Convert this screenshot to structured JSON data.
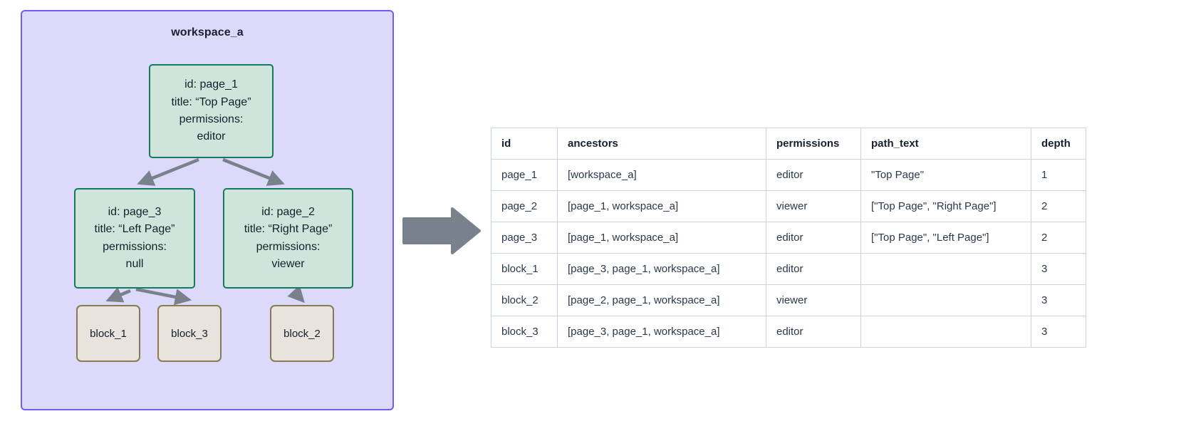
{
  "workspace": {
    "title": "workspace_a",
    "fill_color": "#ddd9fb",
    "border_color": "#6f5df5",
    "nodes": [
      {
        "key": "page_1",
        "kind": "page",
        "lines": [
          "id: page_1",
          "title: “Top Page”",
          "permissions:",
          "editor"
        ]
      },
      {
        "key": "page_3",
        "kind": "page",
        "lines": [
          "id: page_3",
          "title: “Left Page”",
          "permissions:",
          "null"
        ]
      },
      {
        "key": "page_2",
        "kind": "page",
        "lines": [
          "id: page_2",
          "title: “Right Page”",
          "permissions:",
          "viewer"
        ]
      },
      {
        "key": "block_1",
        "kind": "block",
        "lines": [
          "block_1"
        ]
      },
      {
        "key": "block_3",
        "kind": "block",
        "lines": [
          "block_3"
        ]
      },
      {
        "key": "block_2",
        "kind": "block",
        "lines": [
          "block_2"
        ]
      }
    ],
    "edges": [
      {
        "from": "page_1",
        "to": "page_3"
      },
      {
        "from": "page_1",
        "to": "page_2"
      },
      {
        "from": "page_3",
        "to": "block_1"
      },
      {
        "from": "page_3",
        "to": "block_3"
      },
      {
        "from": "page_2",
        "to": "block_2"
      }
    ],
    "page_fill_color": "#cfe5dc",
    "page_border_color": "#147a5c",
    "block_fill_color": "#e8e4dd",
    "block_border_color": "#8a7a52",
    "edge_color": "#78818c"
  },
  "flow_arrow": {
    "direction": "right",
    "color": "#78818c"
  },
  "table": {
    "columns": [
      "id",
      "ancestors",
      "permissions",
      "path_text",
      "depth"
    ],
    "rows": [
      {
        "id": "page_1",
        "ancestors": "[workspace_a]",
        "permissions": "editor",
        "path_text": "\"Top Page\"",
        "depth": "1"
      },
      {
        "id": "page_2",
        "ancestors": "[page_1, workspace_a]",
        "permissions": "viewer",
        "path_text": "[\"Top Page\", \"Right Page\"]",
        "depth": "2"
      },
      {
        "id": "page_3",
        "ancestors": "[page_1, workspace_a]",
        "permissions": "editor",
        "path_text": "[\"Top Page\", \"Left Page\"]",
        "depth": "2"
      },
      {
        "id": "block_1",
        "ancestors": "[page_3, page_1, workspace_a]",
        "permissions": "editor",
        "path_text": "",
        "depth": "3"
      },
      {
        "id": "block_2",
        "ancestors": "[page_2, page_1, workspace_a]",
        "permissions": "viewer",
        "path_text": "",
        "depth": "3"
      },
      {
        "id": "block_3",
        "ancestors": "[page_3, page_1, workspace_a]",
        "permissions": "editor",
        "path_text": "",
        "depth": "3"
      }
    ],
    "border_color": "#c8d4e0"
  }
}
